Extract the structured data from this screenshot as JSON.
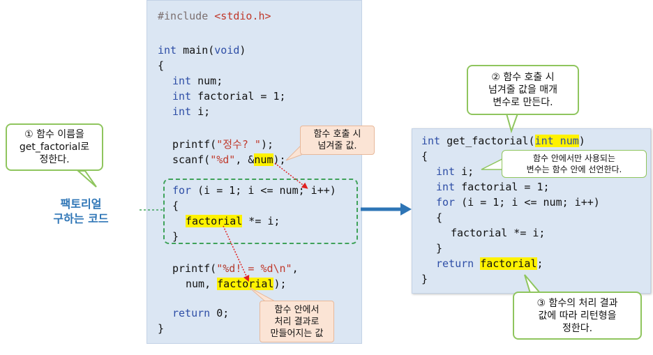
{
  "left_code": {
    "include": "#include",
    "include_header": "<stdio.h>",
    "int_kw": "int",
    "main_sig": " main(",
    "void_kw": "void",
    "close_paren": ")",
    "open_brace": "{",
    "close_brace": "}",
    "num_decl": " num;",
    "factorial_decl": " factorial = 1;",
    "i_decl": " i;",
    "printf_open": "printf(",
    "prompt_str": "\"정수? \"",
    "printf_close": ");",
    "scanf_open": "scanf(",
    "scanf_fmt": "\"%d\"",
    "scanf_amp": ", &",
    "scanf_num": "num",
    "scanf_close": ");",
    "for_kw": "for",
    "for_cond": " (i = 1; i <= num; i++)",
    "loop_open": "{",
    "loop_factorial": "factorial",
    "loop_body_rest": " *= i;",
    "loop_close": "}",
    "printf2_open": "printf(",
    "printf2_fmt_a": "\"",
    "printf2_fmt_b": "%d",
    "printf2_fmt_c": "! = ",
    "printf2_fmt_d": "%d\\n\"",
    "printf2_tail": ",",
    "printf2_line2_a": "num, ",
    "printf2_line2_factorial": "factorial",
    "printf2_line2_close": ");",
    "return_kw": "return",
    "return_val": " 0;"
  },
  "right_code": {
    "int_kw": "int",
    "func_name": " get_factorial(",
    "param": "int num",
    "close_paren": ")",
    "open_brace": "{",
    "i_decl": " i;",
    "factorial_decl": " factorial = 1;",
    "for_kw": "for",
    "for_cond": " (i = 1; i <= num; i++)",
    "loop_open": "{",
    "loop_body": "factorial *= i;",
    "loop_close": "}",
    "return_kw": "return",
    "return_factorial": "factorial",
    "return_semi": ";",
    "close_brace": "}"
  },
  "callouts": {
    "c1": [
      "① 함수 이름을",
      "get_factorial로",
      "정한다."
    ],
    "c2": [
      "② 함수 호출 시",
      "넘겨줄 값을 매개",
      "변수로 만든다."
    ],
    "c3": [
      "③ 함수의 처리 결과",
      "값에 따라 리턴형을",
      "정한다."
    ],
    "local_var": [
      "함수 안에서만 사용되는",
      "변수는 함수 안에 선언한다."
    ],
    "call_value": [
      "함수 호출 시",
      "넘겨줄 값."
    ],
    "result_value": [
      "함수 안에서",
      "처리 결과로",
      "만들어지는 값"
    ]
  },
  "side_label": [
    "팩토리얼",
    "구하는 코드"
  ],
  "colors": {
    "panel": "#dbe6f3",
    "keyword": "#2e4ea6",
    "string": "#c0392b",
    "highlight": "#fff200",
    "green_border": "#8fc55e",
    "dashed_green": "#3fa25a",
    "arrow_blue": "#2e75b6",
    "label_blue": "#2e75b6",
    "callout_orange": "#fbe4d5",
    "red_dots": "#e02020"
  }
}
